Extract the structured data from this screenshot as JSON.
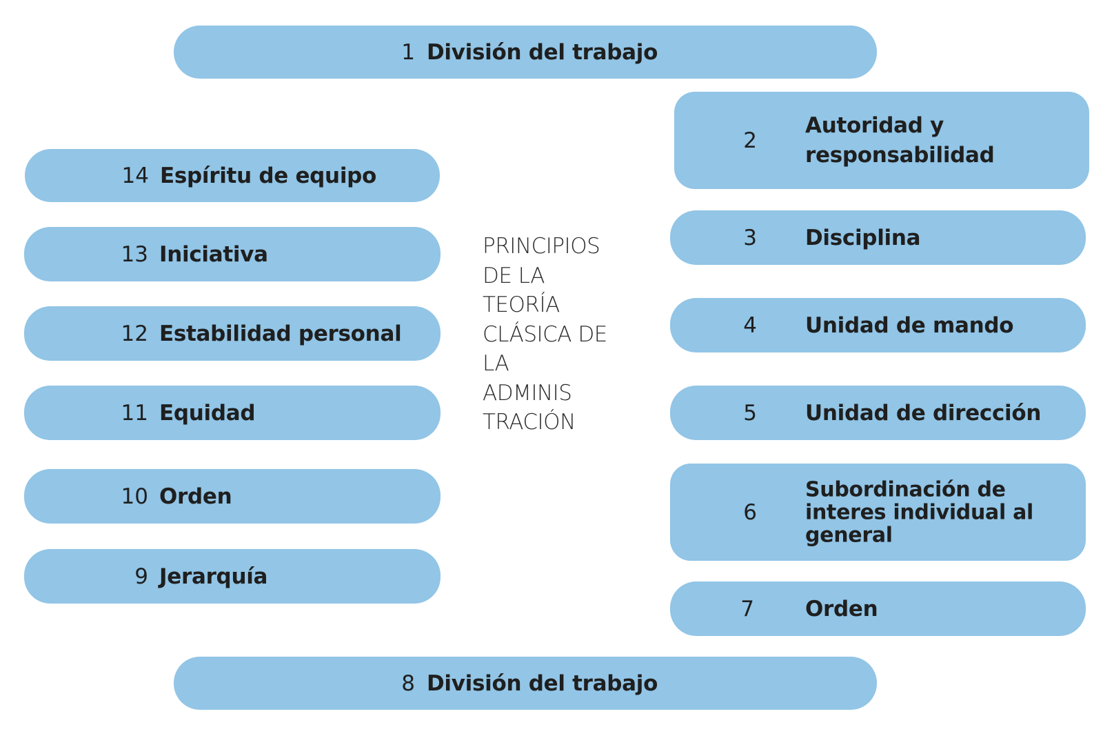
{
  "title_lines": [
    "PRINCIPIOS",
    "DE LA",
    "TEORÍA",
    "CLÁSICA DE",
    "LA",
    "ADMINIS",
    "TRACIÓN"
  ],
  "colors": {
    "pill": "#92c5e6",
    "text": "#1f1f1f"
  },
  "principles": [
    {
      "number": "1",
      "label": "División del trabajo"
    },
    {
      "number": "2",
      "label": "Autoridad y responsabilidad"
    },
    {
      "number": "3",
      "label": "Disciplina"
    },
    {
      "number": "4",
      "label": "Unidad de mando"
    },
    {
      "number": "5",
      "label": "Unidad de dirección"
    },
    {
      "number": "6",
      "label": "Subordinación de interes individual al general"
    },
    {
      "number": "7",
      "label": "Orden"
    },
    {
      "number": "8",
      "label": "División del trabajo"
    },
    {
      "number": "9",
      "label": "Jerarquía"
    },
    {
      "number": "10",
      "label": "Orden"
    },
    {
      "number": "11",
      "label": "Equidad"
    },
    {
      "number": "12",
      "label": "Estabilidad personal"
    },
    {
      "number": "13",
      "label": "Iniciativa"
    },
    {
      "number": "14",
      "label": "Espíritu de equipo"
    }
  ]
}
